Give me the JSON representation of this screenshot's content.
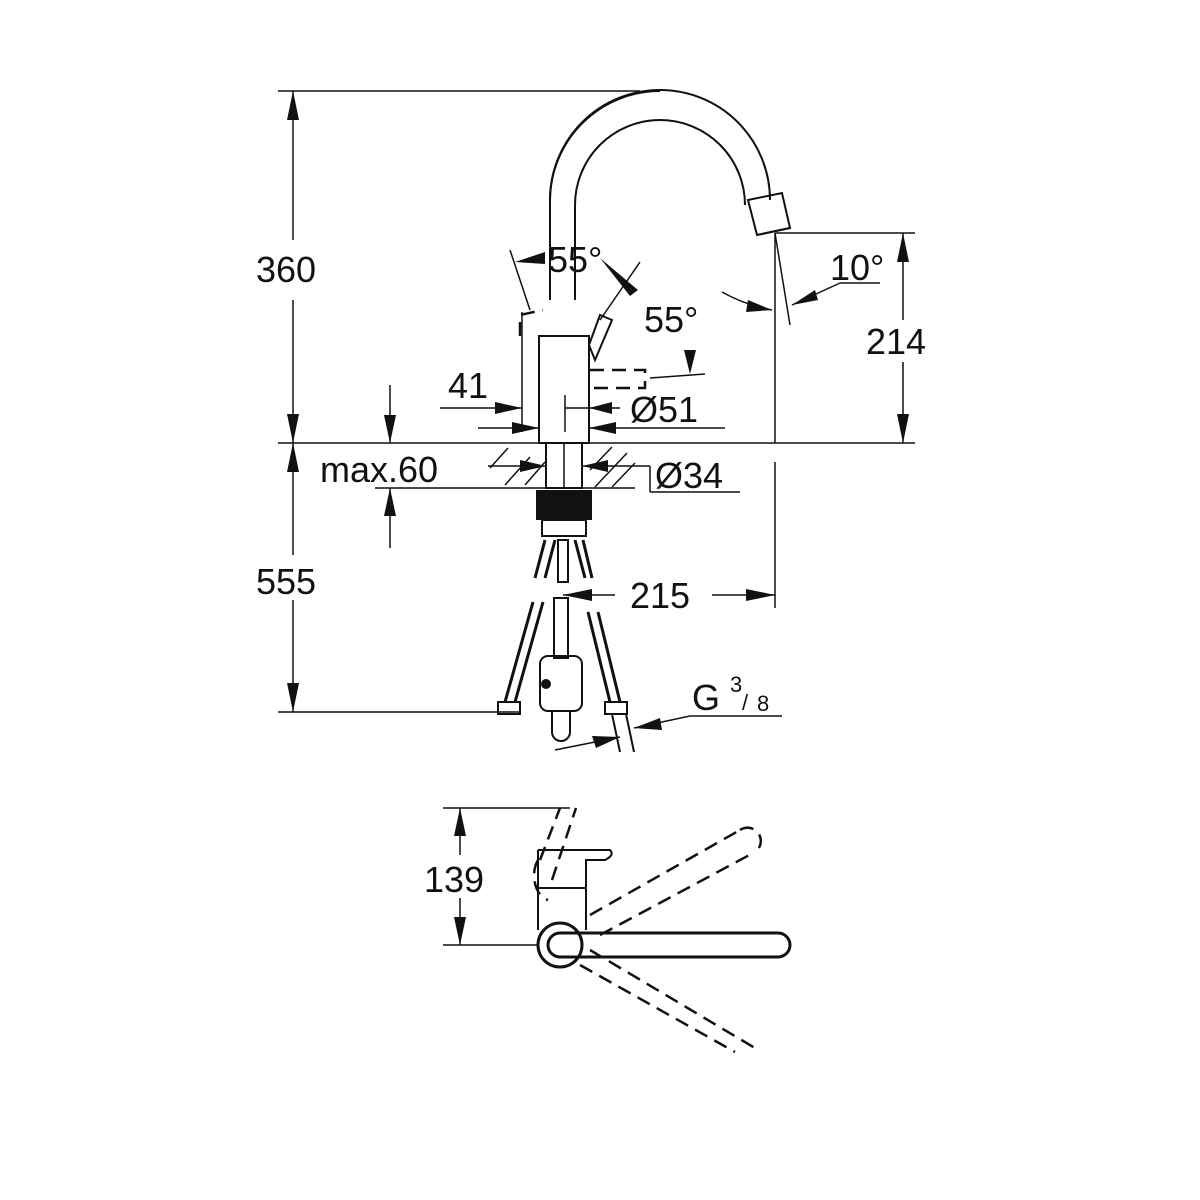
{
  "drawing": {
    "title": "Single-lever kitchen faucet dimension drawing",
    "colors": {
      "line": "#111111",
      "background": "#ffffff"
    },
    "dimensions": {
      "total_height": "360",
      "spout_height": "214",
      "below_counter_length": "555",
      "max_counter_thickness": "max.60",
      "spout_reach": "215",
      "lever_offset": "41",
      "body_diameter": "Ø51",
      "mount_hole_diameter": "Ø34",
      "lever_angle_left": "55°",
      "lever_angle_right": "55°",
      "spout_tilt": "10°",
      "connection_thread": "G",
      "thread_num": "3",
      "thread_den": "8",
      "top_view_depth": "139"
    }
  }
}
